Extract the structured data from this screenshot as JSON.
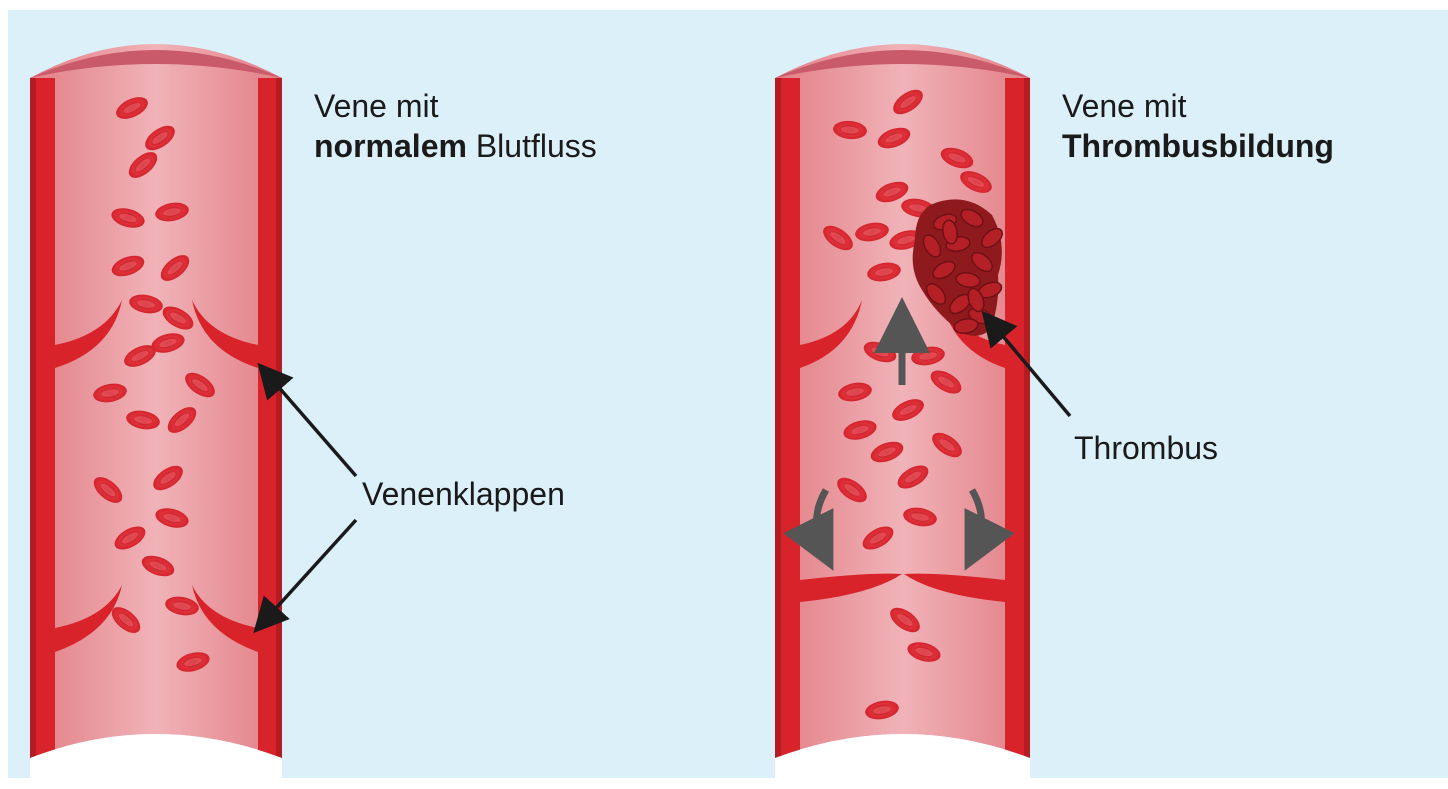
{
  "panels": {
    "normal": {
      "title_line1": "Vene mit",
      "title_bold": "normalem",
      "title_rest": " Blutfluss"
    },
    "thrombus": {
      "title_line1": "Vene mit",
      "title_bold": "Thrombusbildung"
    }
  },
  "annotations": {
    "valves_label": "Venenklappen",
    "thrombus_label": "Thrombus"
  },
  "colors": {
    "background": "#dcf0fa",
    "vein_wall": "#d8232a",
    "vein_lumen": "#e8959a",
    "vein_rim": "#c95a6a",
    "red_blood_cell": "#d8232a",
    "clot": "#8e1a1e",
    "arrow_flow": "#555555",
    "pointer": "#1a1a1a"
  },
  "icons": [
    "up-arrow-icon",
    "curved-arrow-icon",
    "pointer-arrow-icon"
  ]
}
